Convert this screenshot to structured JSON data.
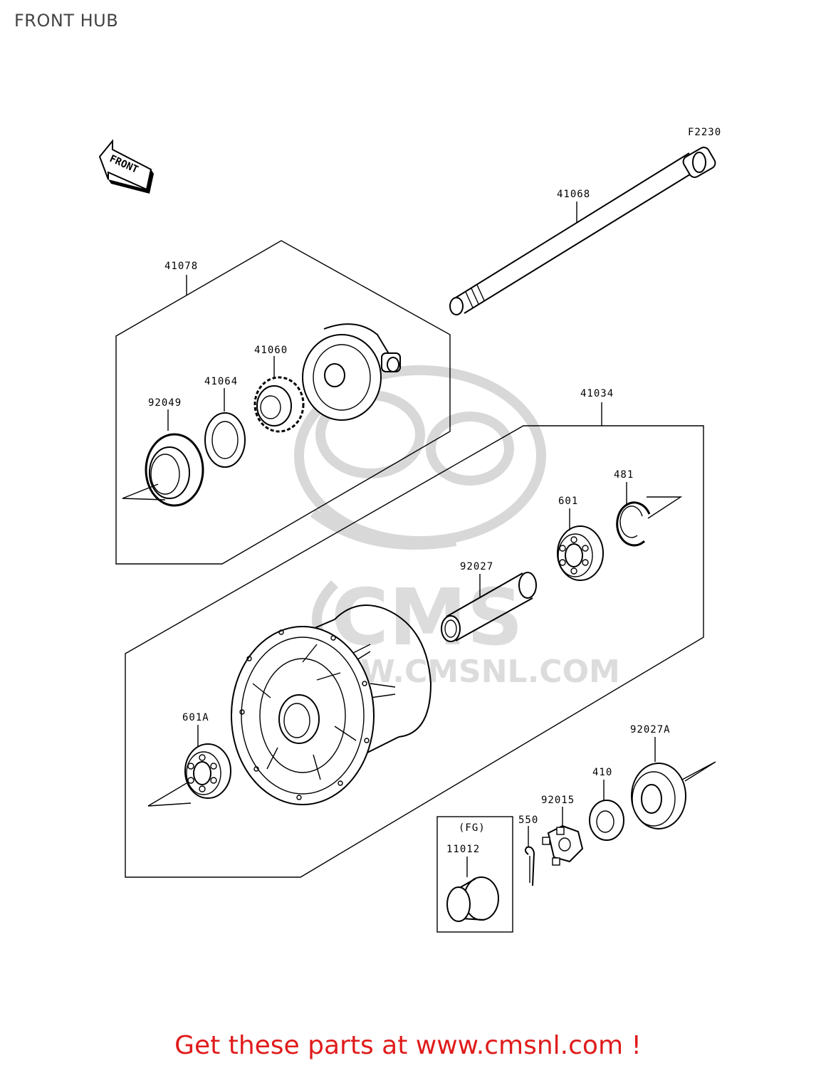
{
  "page": {
    "title": "FRONT HUB",
    "footer_link": "Get these parts at www.cmsnl.com !"
  },
  "diagram": {
    "code": "F2230",
    "direction_arrow": "FRONT",
    "watermark": {
      "logo": "CMS",
      "url": "WWW.CMSNL.COM"
    },
    "parts": [
      {
        "id": "p-41068",
        "number": "41068"
      },
      {
        "id": "p-41078",
        "number": "41078"
      },
      {
        "id": "p-41060",
        "number": "41060"
      },
      {
        "id": "p-41064",
        "number": "41064"
      },
      {
        "id": "p-92049",
        "number": "92049"
      },
      {
        "id": "p-41034",
        "number": "41034"
      },
      {
        "id": "p-481",
        "number": "481"
      },
      {
        "id": "p-601",
        "number": "601"
      },
      {
        "id": "p-92027",
        "number": "92027"
      },
      {
        "id": "p-601A",
        "number": "601A"
      },
      {
        "id": "p-92027A",
        "number": "92027A"
      },
      {
        "id": "p-410",
        "number": "410"
      },
      {
        "id": "p-92015",
        "number": "92015"
      },
      {
        "id": "p-550",
        "number": "550"
      },
      {
        "id": "p-11012",
        "number": "11012"
      }
    ],
    "fg_box_label": "(FG)"
  }
}
